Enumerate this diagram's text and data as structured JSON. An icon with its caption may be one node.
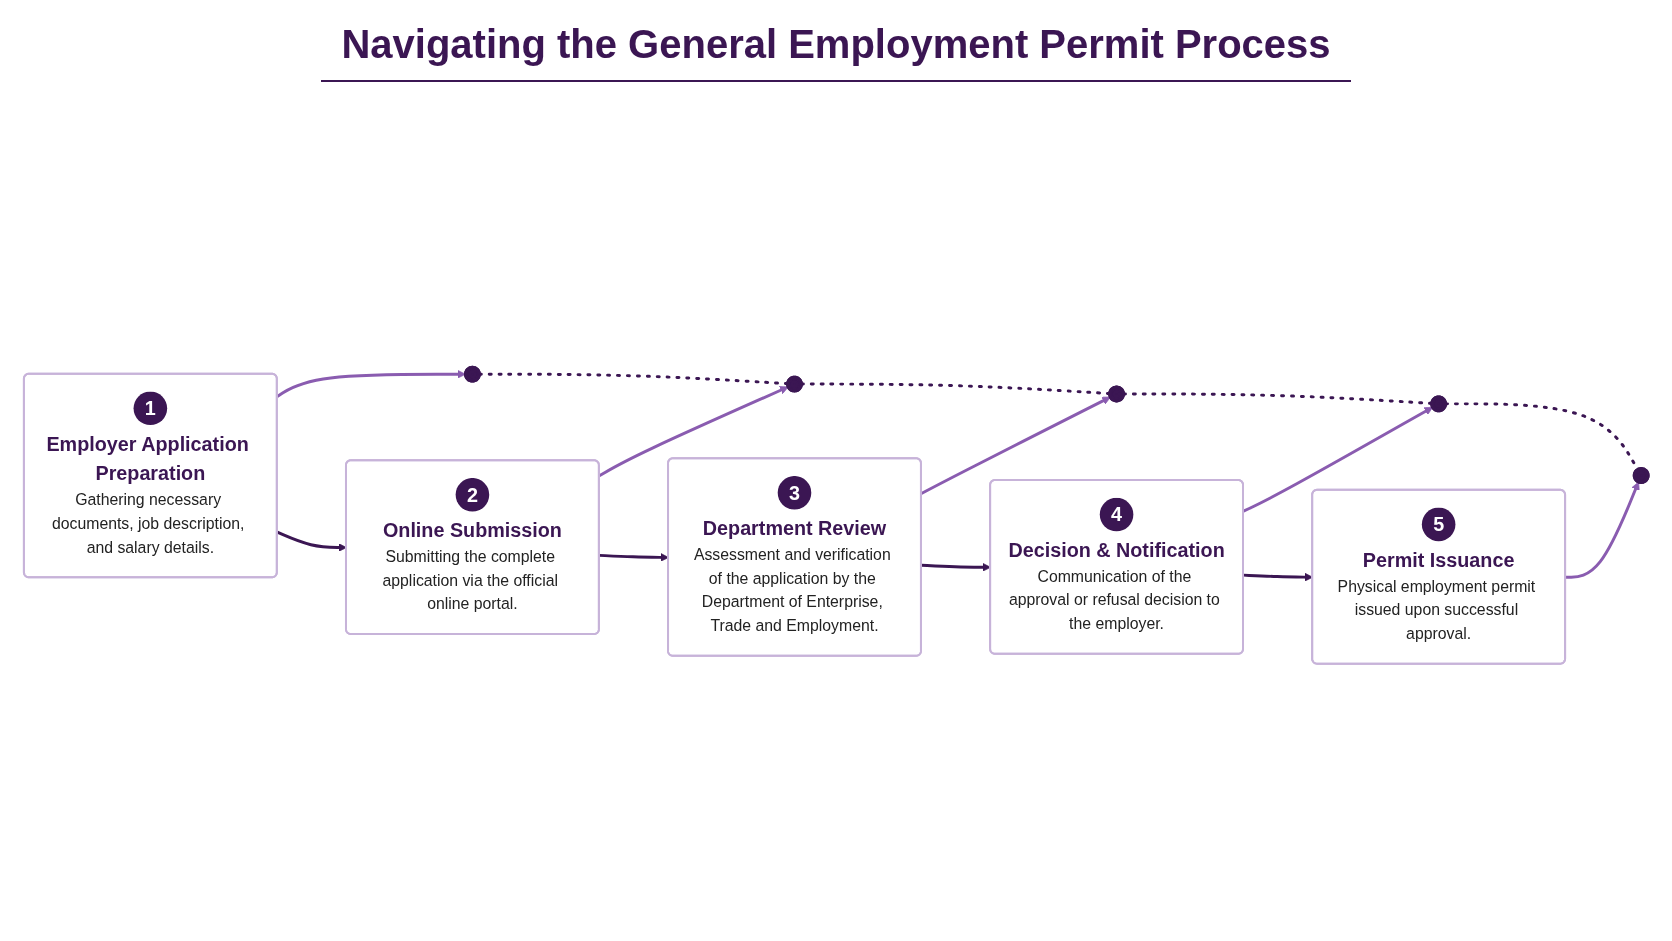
{
  "diagram": {
    "title": "Navigating the General Employment Permit Process",
    "nodes": [
      {
        "text": [
          "1",
          "Employer Application Preparation",
          "Gathering necessary documents, job description, and salary details."
        ]
      },
      {
        "text": [
          "2",
          "Online Submission",
          "Submitting the complete application via the official online portal."
        ]
      },
      {
        "text": [
          "3",
          "Department Review",
          "Assessment and verification of the application by the Department of Enterprise, Trade and Employment."
        ]
      },
      {
        "text": [
          "4",
          "Decision & Notification",
          "Communication of the approval or refusal decision to the employer."
        ]
      },
      {
        "text": [
          "5",
          "Permit Issuance",
          "Physical employment permit issued upon successful approval."
        ]
      },
      {
        "text": [],
        "shape": "circle"
      },
      {
        "text": [],
        "shape": "circle"
      },
      {
        "text": [],
        "shape": "circle"
      },
      {
        "text": [],
        "shape": "circle"
      },
      {
        "text": [],
        "shape": "circle"
      }
    ],
    "edges": [
      {
        "from": 0,
        "to": 1,
        "arrow": "to"
      },
      {
        "from": 1,
        "to": 2,
        "arrow": "to"
      },
      {
        "from": 2,
        "to": 3,
        "arrow": "to"
      },
      {
        "from": 3,
        "to": 4,
        "arrow": "to"
      },
      {
        "from": 5,
        "to": 6,
        "arrow": "none",
        "style": "dashed"
      },
      {
        "from": 6,
        "to": 7,
        "arrow": "none",
        "style": "dashed"
      },
      {
        "from": 7,
        "to": 8,
        "arrow": "none",
        "style": "dashed"
      },
      {
        "from": 8,
        "to": 9,
        "arrow": "none",
        "style": "dashed"
      },
      {
        "from": 0,
        "to": 5,
        "arrow": "to",
        "color": "#8a5cb0"
      },
      {
        "from": 1,
        "to": 6,
        "arrow": "to",
        "color": "#8a5cb0"
      },
      {
        "from": 2,
        "to": 7,
        "arrow": "to",
        "color": "#8a5cb0"
      },
      {
        "from": 3,
        "to": 8,
        "arrow": "to",
        "color": "#8a5cb0"
      },
      {
        "from": 4,
        "to": 9,
        "arrow": "to",
        "color": "#8a5cb0"
      }
    ]
  }
}
